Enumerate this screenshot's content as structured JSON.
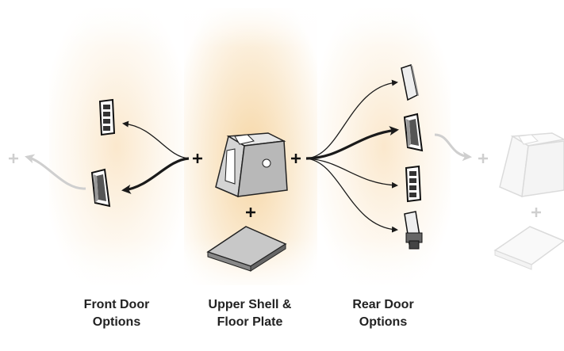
{
  "labels": {
    "front": "Front Door\nOptions",
    "center": "Upper Shell &\nFloor Plate",
    "rear": "Rear Door\nOptions"
  },
  "icons": {
    "plus": "plus-icon",
    "arrow": "arrow-icon",
    "shell": "upper-shell-icon",
    "floor": "floor-plate-icon",
    "ladder": "ladder-door-icon",
    "flap": "flap-door-icon",
    "panel": "solid-panel-door-icon",
    "tube": "tube-feeder-door-icon"
  },
  "colors": {
    "background": "#ffffff",
    "band_warm": "#f6d4a0",
    "line_dark": "#1a1a1a",
    "line_faded": "#cccccc",
    "text": "#222222"
  }
}
